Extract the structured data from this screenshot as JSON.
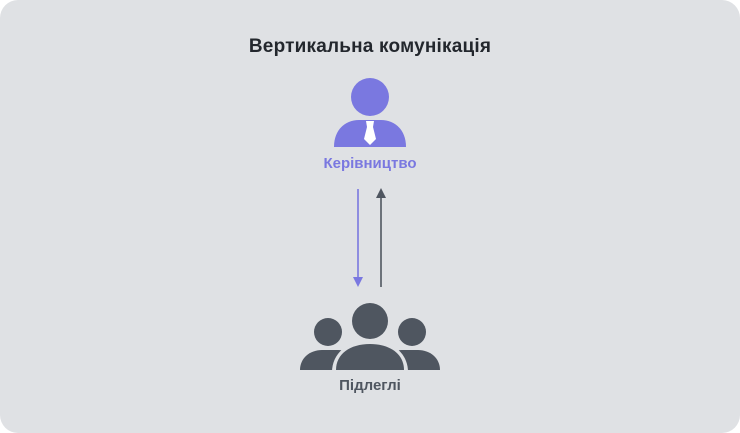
{
  "title": "Вертикальна комунікація",
  "top_node": {
    "label": "Керівництво",
    "icon": "manager-icon",
    "color": "#7a78e0"
  },
  "bottom_node": {
    "label": "Підлеглі",
    "icon": "group-icon",
    "color": "#4f5660"
  },
  "arrows": {
    "down": {
      "from": "Керівництво",
      "to": "Підлеглі",
      "color": "#7a78e0"
    },
    "up": {
      "from": "Підлеглі",
      "to": "Керівництво",
      "color": "#4f5660"
    }
  },
  "colors": {
    "background": "#dfe1e4",
    "title": "#23272d",
    "accent": "#7a78e0",
    "dark": "#4f5660"
  }
}
